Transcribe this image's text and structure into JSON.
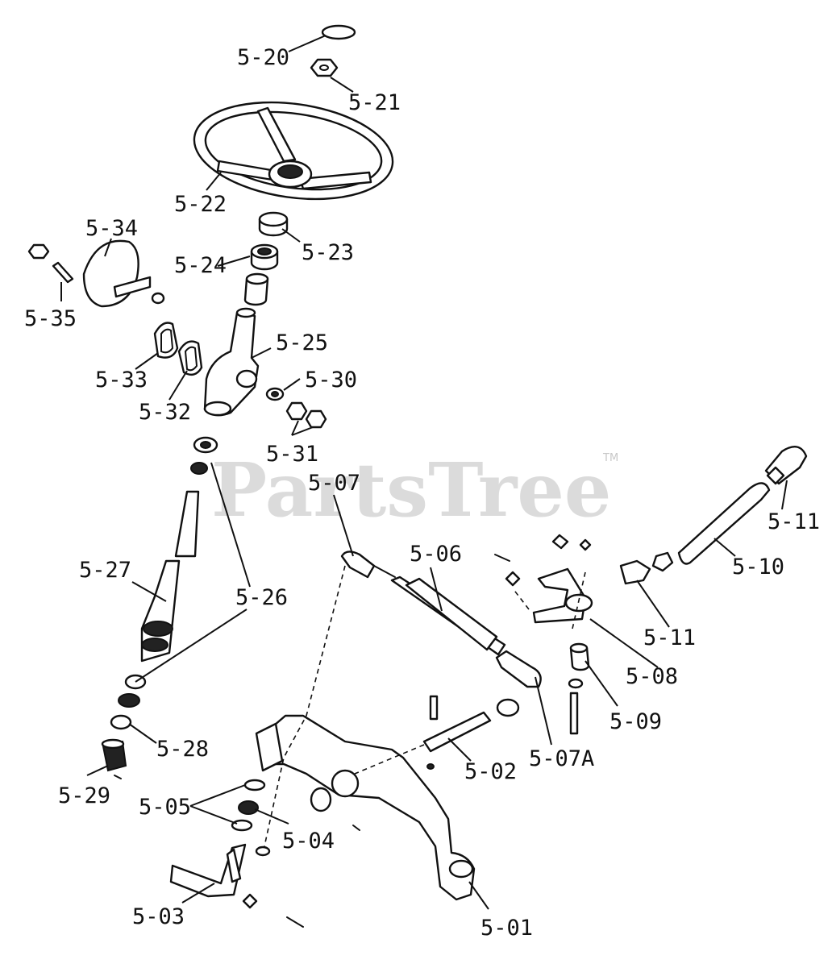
{
  "watermark": {
    "text": "PartsTree",
    "tm": "TM"
  },
  "callouts": [
    {
      "id": "5-20"
    },
    {
      "id": "5-21"
    },
    {
      "id": "5-22"
    },
    {
      "id": "5-23"
    },
    {
      "id": "5-24"
    },
    {
      "id": "5-25"
    },
    {
      "id": "5-30"
    },
    {
      "id": "5-31"
    },
    {
      "id": "5-34"
    },
    {
      "id": "5-35"
    },
    {
      "id": "5-33"
    },
    {
      "id": "5-32"
    },
    {
      "id": "5-26"
    },
    {
      "id": "5-27"
    },
    {
      "id": "5-28"
    },
    {
      "id": "5-29"
    },
    {
      "id": "5-07"
    },
    {
      "id": "5-06"
    },
    {
      "id": "5-11"
    },
    {
      "id": "5-10"
    },
    {
      "id": "5-11"
    },
    {
      "id": "5-08"
    },
    {
      "id": "5-09"
    },
    {
      "id": "5-07A"
    },
    {
      "id": "5-02"
    },
    {
      "id": "5-05"
    },
    {
      "id": "5-04"
    },
    {
      "id": "5-03"
    },
    {
      "id": "5-01"
    }
  ]
}
